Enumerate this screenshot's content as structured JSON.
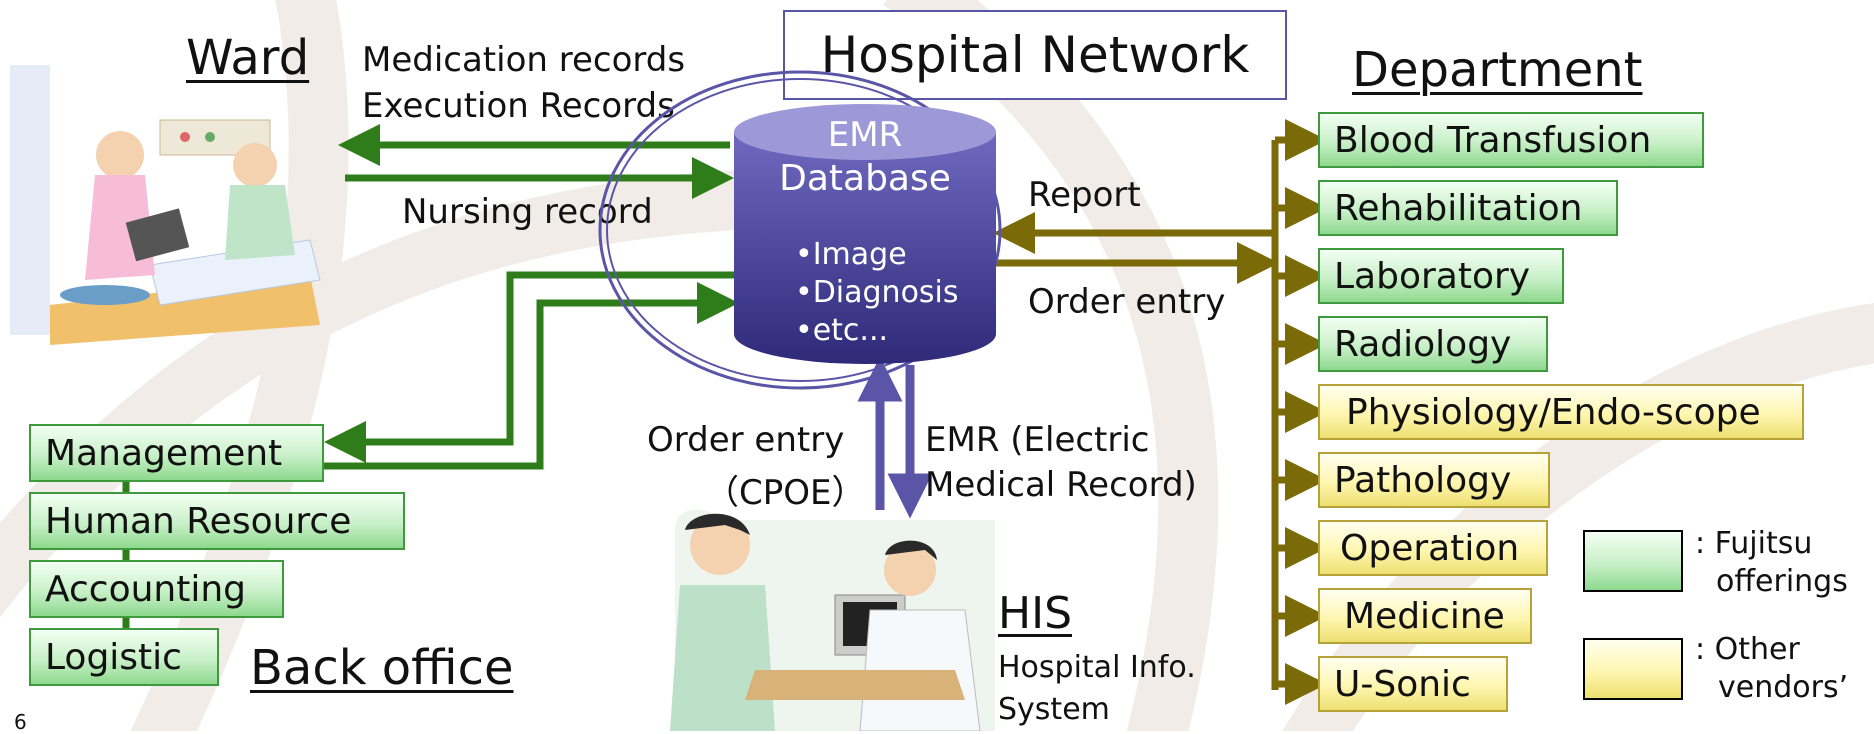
{
  "title": "Hospital Network",
  "ward": {
    "heading": "Ward",
    "medication_line1": "Medication records",
    "medication_line2": "Execution Records",
    "nursing": "Nursing record"
  },
  "database": {
    "line1": "EMR",
    "line2": "Database",
    "items": [
      "•Image",
      "•Diagnosis",
      "•etc..."
    ]
  },
  "department": {
    "heading": "Department",
    "report": "Report",
    "order_entry": "Order entry",
    "items": [
      {
        "label": "Blood Transfusion",
        "vendor": "fujitsu"
      },
      {
        "label": "Rehabilitation",
        "vendor": "fujitsu"
      },
      {
        "label": "Laboratory",
        "vendor": "fujitsu"
      },
      {
        "label": "Radiology",
        "vendor": "fujitsu"
      },
      {
        "label": "Physiology/Endo-scope",
        "vendor": "other"
      },
      {
        "label": "Pathology",
        "vendor": "other"
      },
      {
        "label": "Operation",
        "vendor": "other"
      },
      {
        "label": "Medicine",
        "vendor": "other"
      },
      {
        "label": "U-Sonic",
        "vendor": "other"
      }
    ]
  },
  "back_office": {
    "heading": "Back office",
    "items": [
      "Management",
      "Human Resource",
      "Accounting",
      "Logistic"
    ]
  },
  "his": {
    "heading": "HIS",
    "subtitle_line1": "Hospital Info.",
    "subtitle_line2": "System",
    "order_entry_line1": "Order entry",
    "order_entry_line2": "（CPOE）",
    "emr_line1": "EMR (Electric",
    "emr_line2": "Medical Record)"
  },
  "legend": {
    "fujitsu_line1": ": Fujitsu",
    "fujitsu_line2": "offerings",
    "other_line1": ": Other",
    "other_line2": "vendors’"
  },
  "page_number": "6",
  "colors": {
    "fujitsu": "#8ed98e",
    "other_vendor": "#ede070",
    "green_arrow": "#2f7d1a",
    "olive_arrow": "#7a6a08",
    "purple": "#5b55a8"
  },
  "icons": [
    "nurse-patient-illustration",
    "doctor-patient-illustration",
    "database-cylinder-icon"
  ]
}
